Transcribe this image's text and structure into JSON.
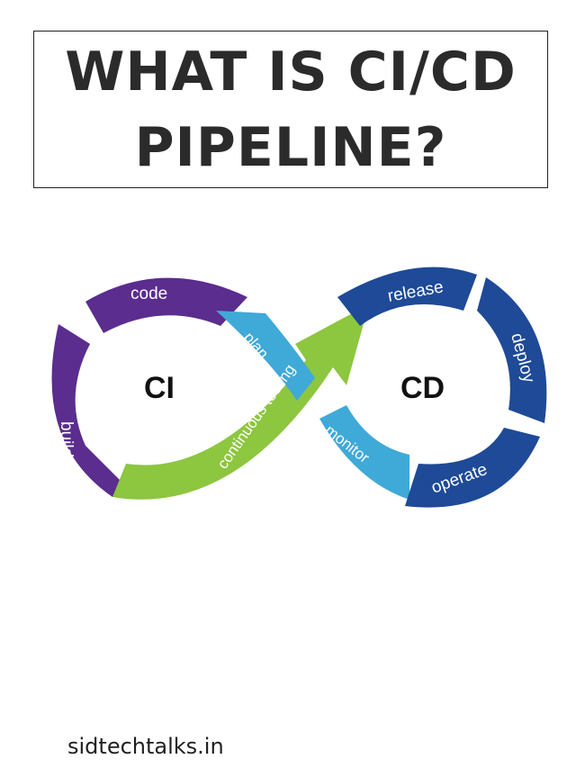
{
  "title": {
    "line1": "WHAT IS CI/CD",
    "line2": "PIPELINE?"
  },
  "diagram": {
    "ci_label": "CI",
    "cd_label": "CD",
    "segments": {
      "code": "code",
      "build": "build",
      "plan": "plan",
      "continuous_testing": "continuous testing",
      "monitor": "monitor",
      "release": "release",
      "deploy": "deploy",
      "operate": "operate"
    },
    "colors": {
      "purple": "#5b2d8e",
      "green": "#8dc63f",
      "light_blue": "#3fa9d8",
      "dark_blue": "#1e4a97"
    }
  },
  "footer": {
    "site": "sidtechtalks.in"
  }
}
